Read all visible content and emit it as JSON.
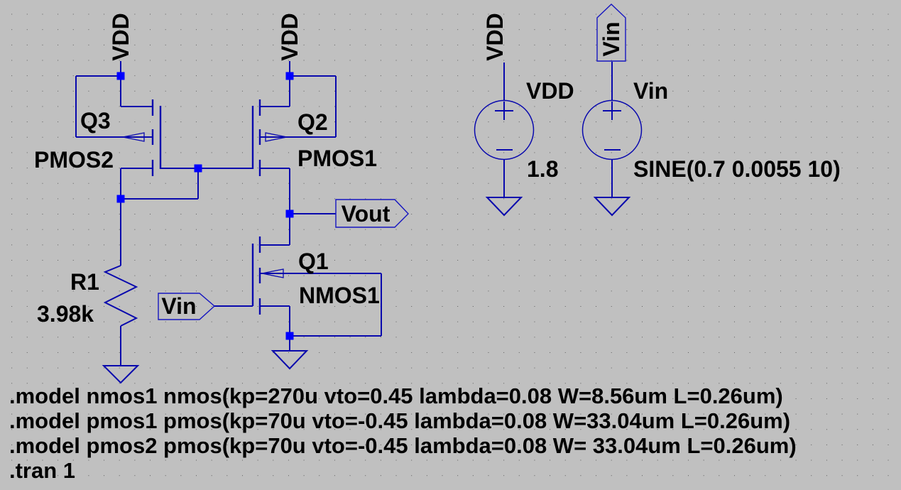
{
  "app": "ltspice-schematic",
  "colors": {
    "background": "#c0c0c0",
    "wire": "#0909ad",
    "junction": "#0000ff",
    "text": "#000000"
  },
  "components": {
    "q3": {
      "designator": "Q3",
      "model": "PMOS2",
      "type": "pmos"
    },
    "q2": {
      "designator": "Q2",
      "model": "PMOS1",
      "type": "pmos"
    },
    "q1": {
      "designator": "Q1",
      "model": "NMOS1",
      "type": "nmos"
    },
    "r1": {
      "designator": "R1",
      "value": "3.98k"
    },
    "vdd_source": {
      "designator": "VDD",
      "value": "1.8"
    },
    "vin_source": {
      "designator": "Vin",
      "value": "SINE(0.7 0.0055 10)"
    }
  },
  "net_labels": {
    "vdd_q3": "VDD",
    "vdd_q2": "VDD",
    "vdd_supply": "VDD"
  },
  "ports": {
    "vout": "Vout",
    "vin_gate": "Vin",
    "vin_source_top": "Vin"
  },
  "directives": [
    ".model nmos1 nmos(kp=270u vto=0.45 lambda=0.08 W=8.56um L=0.26um)",
    ".model pmos1 pmos(kp=70u vto=-0.45 lambda=0.08 W=33.04um L=0.26um)",
    ".model pmos2 pmos(kp=70u vto=-0.45 lambda=0.08 W= 33.04um L=0.26um)",
    ".tran 1"
  ]
}
